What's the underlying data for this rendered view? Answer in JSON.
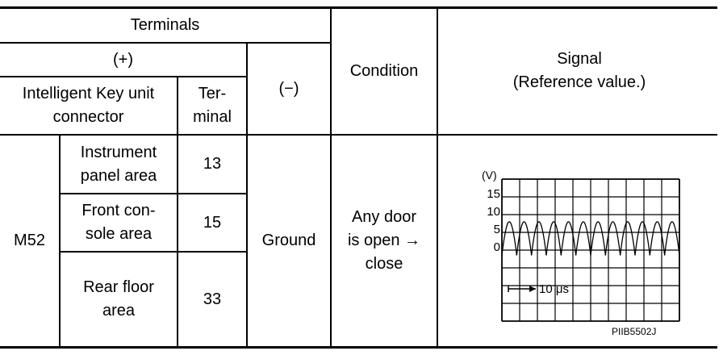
{
  "table": {
    "header": {
      "terminals": "Terminals",
      "plus": "(+)",
      "minus": "(−)",
      "connector": "Intelligent Key unit\nconnector",
      "terminal": "Ter-\nminal",
      "condition": "Condition",
      "signal": "Signal\n(Reference value.)"
    },
    "connector_value": "M52",
    "rows": [
      {
        "location": "Instrument\npanel area",
        "terminal": "13"
      },
      {
        "location": "Front con-\nsole area",
        "terminal": "15"
      },
      {
        "location": "Rear floor\narea",
        "terminal": "33"
      }
    ],
    "minus_value": "Ground",
    "condition_value": "Any door\nis open →\nclose"
  },
  "signal_graph": {
    "unit_label": "(V)",
    "y_ticks": [
      "15",
      "10",
      "5",
      "0"
    ],
    "time_scale": "10 μs",
    "figure_code": "PIIB5502J",
    "waveform": {
      "cycles": 12,
      "high_v": 8,
      "low_v": -1.5
    }
  }
}
